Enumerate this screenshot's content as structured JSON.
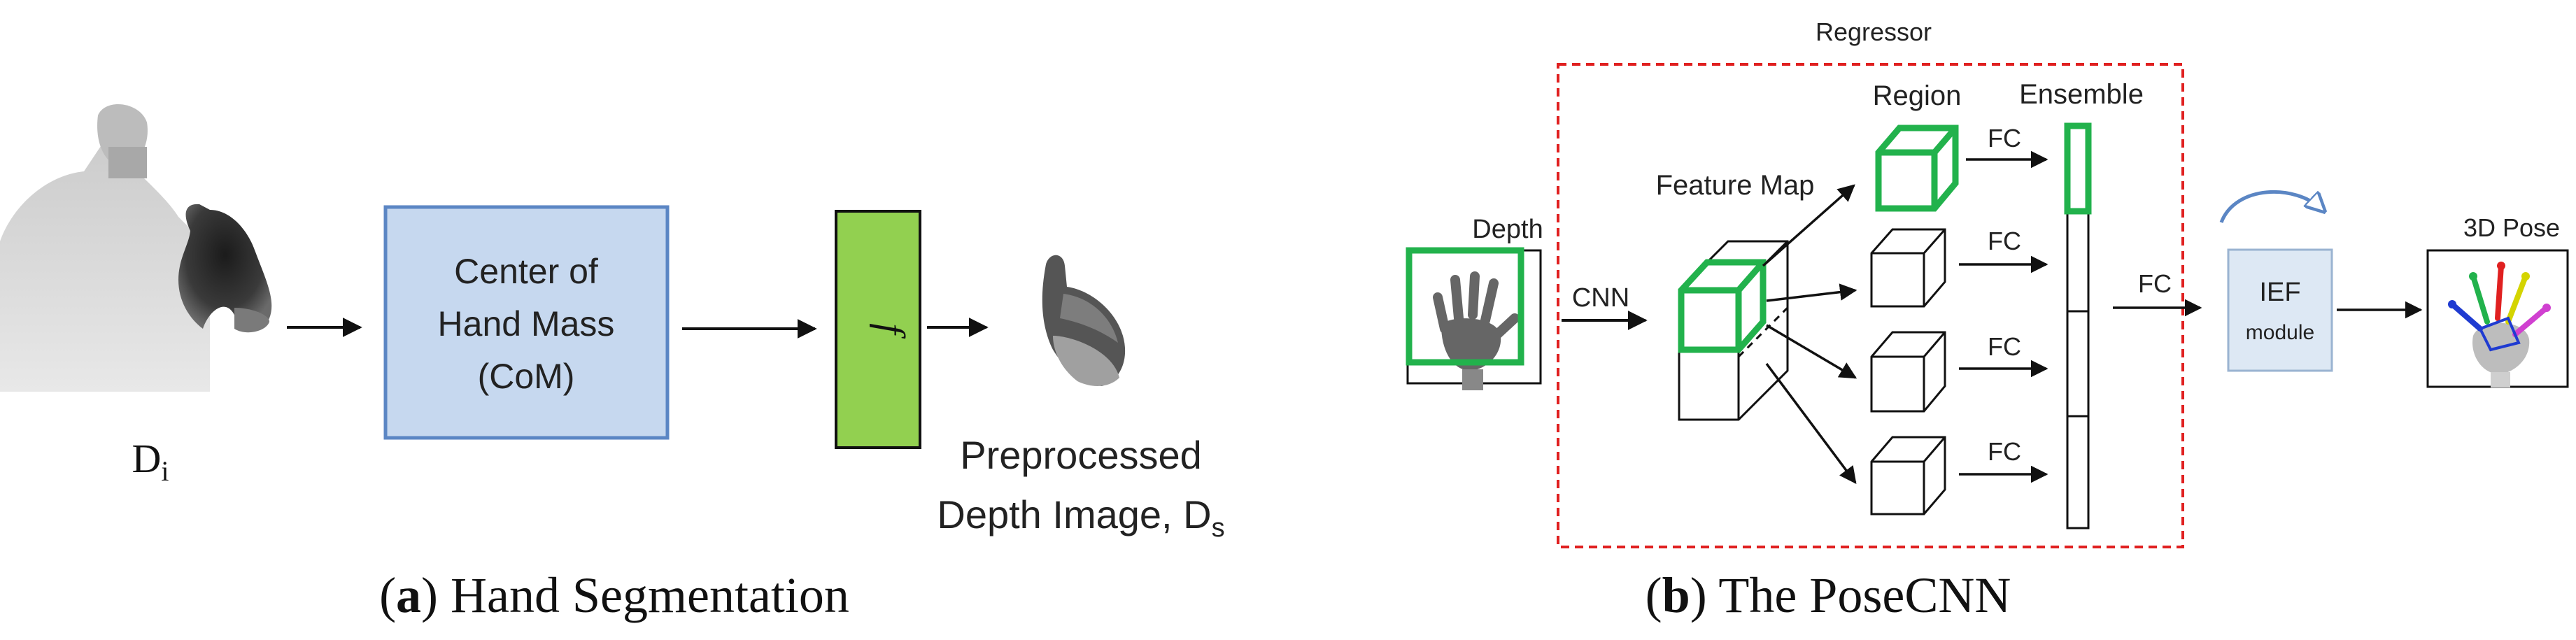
{
  "panel_a": {
    "block_com": {
      "line1": "Center of",
      "line2": "Hand Mass",
      "line3": "(CoM)"
    },
    "block_f": "f",
    "label_input": {
      "main": "D",
      "sub": "i"
    },
    "label_output": {
      "line1": "Preprocessed",
      "line2_main": "Depth Image, D",
      "line2_sub": "s"
    },
    "caption": {
      "letter": "a",
      "text": " Hand Segmentation"
    }
  },
  "panel_b": {
    "regressor_label": "Regressor",
    "depth_label": "Depth",
    "cnn_label": "CNN",
    "feature_map_label": "Feature Map",
    "region_label": "Region",
    "ensemble_label": "Ensemble",
    "fc_labels": [
      "FC",
      "FC",
      "FC",
      "FC"
    ],
    "fc_out_label": "FC",
    "ief": {
      "line1": "IEF",
      "line2": "module"
    },
    "pose_label": "3D Pose",
    "caption": {
      "letter": "b",
      "text": " The PoseCNN"
    }
  },
  "colors": {
    "com_fill": "#c6d8ef",
    "com_stroke": "#5b86c4",
    "f_fill": "#92d050",
    "green": "#22b24c",
    "regressor_border": "#e02020",
    "ief_fill": "#dde8f4"
  }
}
